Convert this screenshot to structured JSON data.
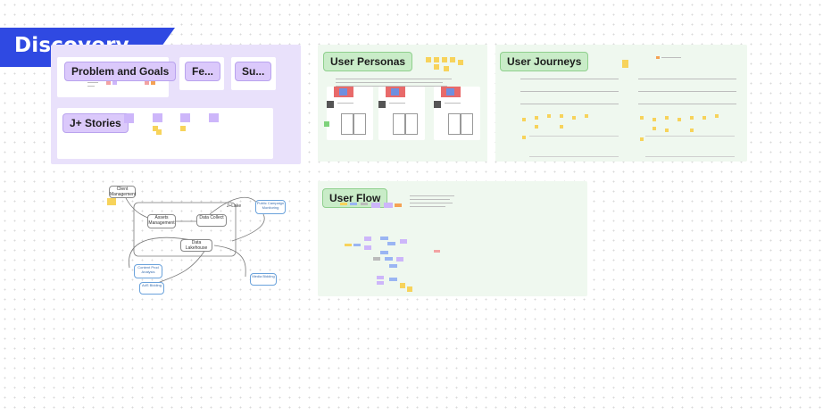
{
  "banner": {
    "title": "Discovery"
  },
  "sections": {
    "problem_goals": "Problem and Goals",
    "features": "Fe...",
    "success": "Su...",
    "stories": "J+ Stories",
    "personas": "User Personas",
    "journeys": "User Journeys",
    "flow": "User Flow"
  },
  "diagram": {
    "client_mgmt": "Client Management",
    "assets_mgmt": "Assets Management",
    "data_collect": "Data Collect",
    "data_lake": "Data Lakehouse",
    "jplus": "J+Lake",
    "public_campaign": "Public Campaign Monitoring",
    "content_pred": "Content Prod Analysis",
    "ad_bidding": "AdS Bidding",
    "media_bidding": "Media Bidding"
  },
  "colors": {
    "banner": "#2f49e2",
    "purple_section": "#e9e1fb",
    "green_section": "#eff8ef"
  }
}
